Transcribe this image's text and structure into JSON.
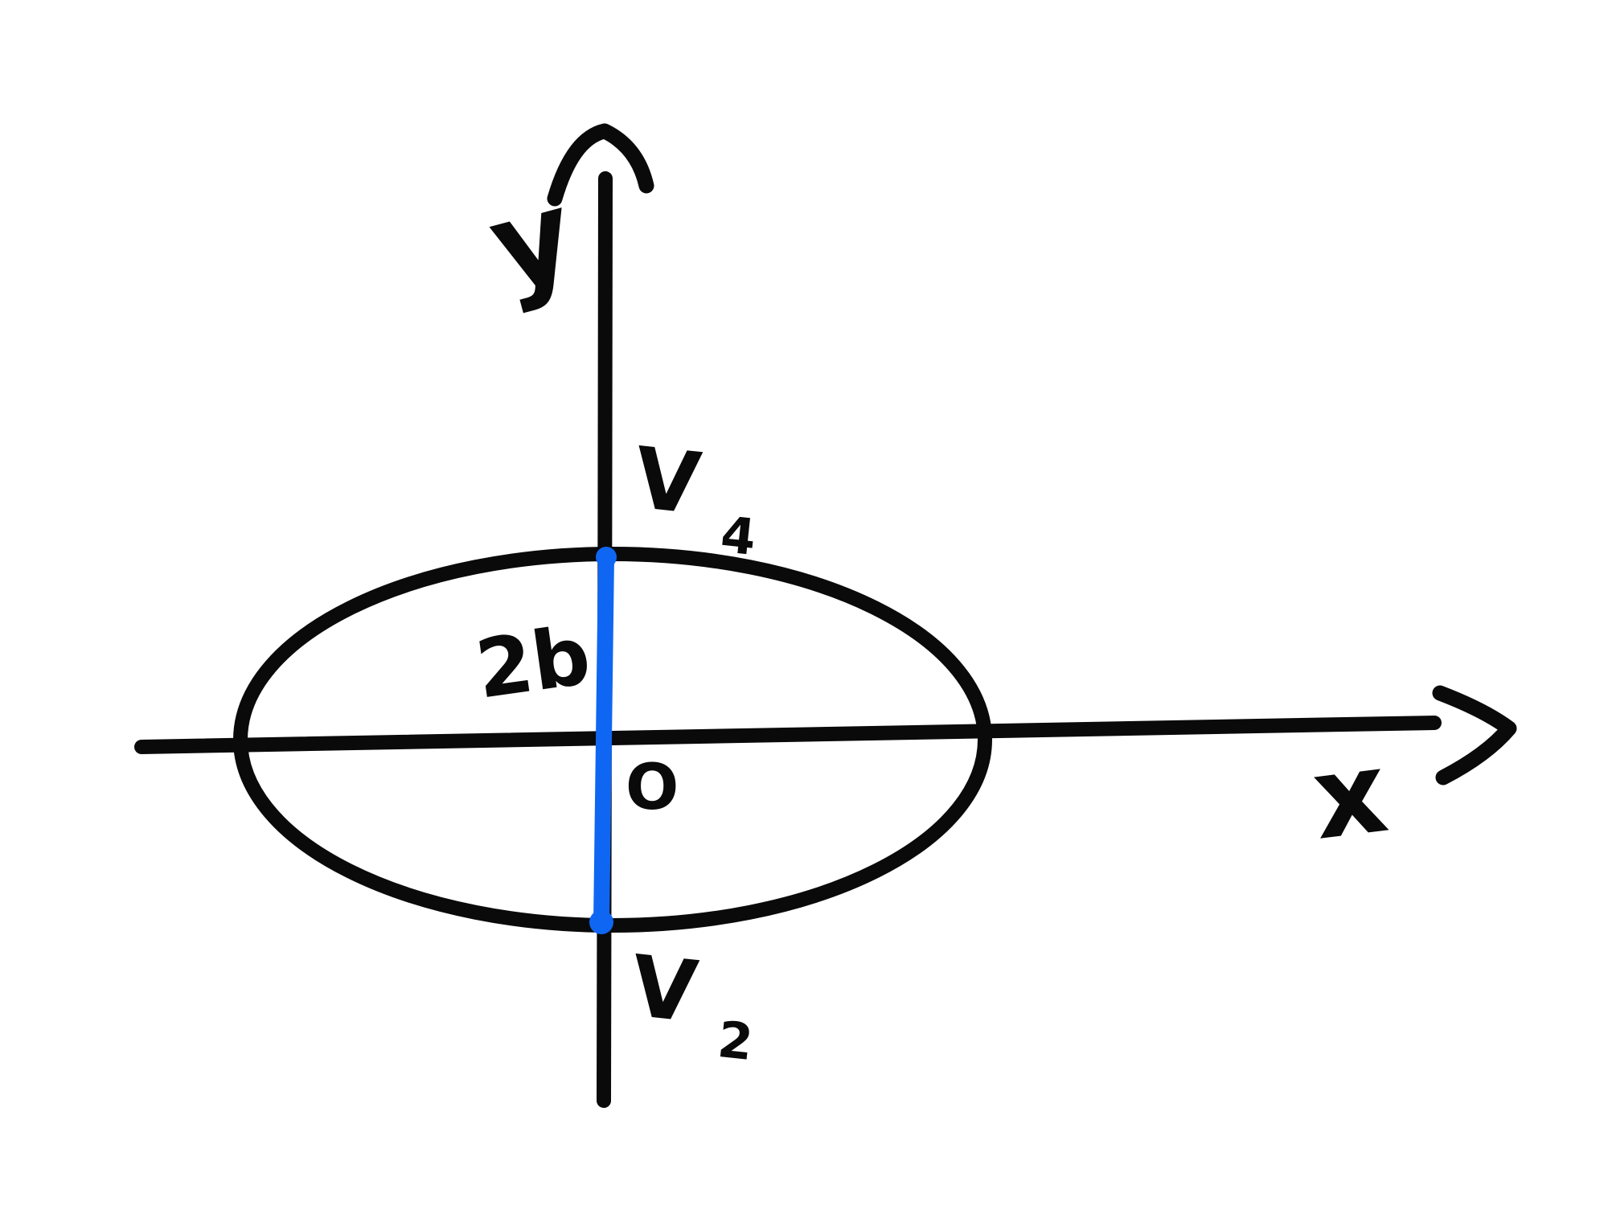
{
  "figure": {
    "description": "Hand-drawn ellipse centered at origin with x and y axes; vertical minor axis segment highlighted in blue and labeled 2b; upper and lower minor-axis endpoints labeled V4 and V2; origin labeled O",
    "background_color": "#ffffff",
    "ink_color": "#0a0a0a",
    "highlight_color": "#0f66f2",
    "labels": {
      "y_axis": "y",
      "x_axis": "x",
      "origin": "O",
      "minor_axis_length": "2b",
      "upper_covertex_base": "V",
      "upper_covertex_sub": "4",
      "lower_covertex_base": "V",
      "lower_covertex_sub": "2"
    }
  }
}
